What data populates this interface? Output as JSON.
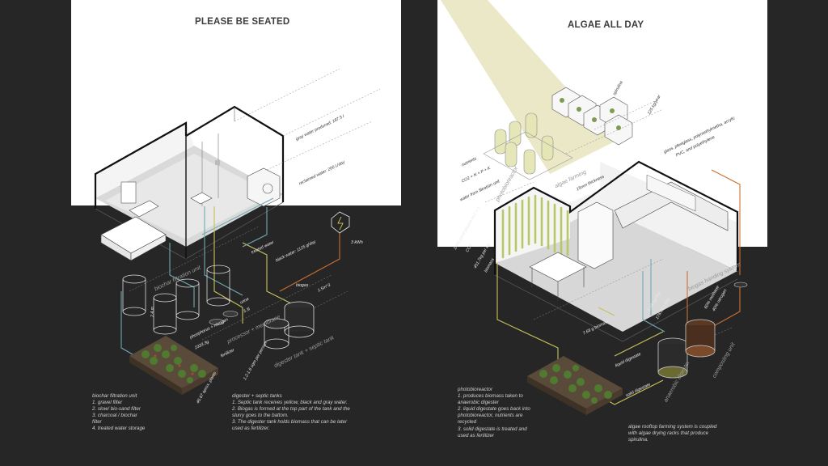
{
  "left": {
    "title": "PLEASE BE SEATED",
    "labels": {
      "gray_water": "gray water produced: 187.5 l",
      "reclaimed_water": "reclaimed water: 200 L/day",
      "treated_water": "treated water",
      "black_water": "black water: 1125 g/day",
      "energy": "3 kWh",
      "biochar_unit": "biochar filtration unit",
      "height": "2.4 m",
      "urine": "urine",
      "urine_value": "3.3l",
      "processor": "processor + membrane",
      "phosphorus": "phosphorus + nitrogen",
      "phosphorus_value": "2333.3g",
      "biogas": "biogas",
      "biogas_value": "1.5m^3",
      "fertilizer": "fertilizer",
      "per_person": "1.2-1.6 sqm per person",
      "digester_tank": "digester tank + septic tank",
      "plants": "46.67 aprox. plants"
    },
    "note_biochar": {
      "lines": [
        "biochar filtration unit",
        "1. gravel filter",
        "2. slow/ bio-sand filter",
        "3. charcoal / biochar",
        "filter",
        "4. treated water storage"
      ]
    },
    "note_digester": {
      "lines": [
        "digester + septic tanks",
        "1. Septic tank receives yellow, black and gray water.",
        "2. Biogas is formed at the top part of the tank and the",
        "slurry goes to the battom.",
        "3. The digester tank holds biomass that can be later",
        "used as fertilizer."
      ]
    }
  },
  "right": {
    "title": "ALGAE ALL DAY",
    "labels": {
      "spirulina": "spirulina",
      "kg_year": "125 kg/year",
      "materials": "glass, plexiglass, polymethylmetha, acrylic",
      "materials2": "PVC, and polyethylene",
      "nutrients": "nutrients",
      "co2_mix": "CO2 + N + P + K",
      "water_from": "water from filtration unit",
      "algae_farming": "algae farming",
      "thickness": "15mm thickness",
      "photobioreactor": "photobioreactor",
      "plankton": "1400 pmol photon m-2 s-1",
      "co2": "CO2",
      "co2_value": "451.7kg per kg",
      "biomass": "biomass",
      "biomass_value": "7.68 g biomass",
      "biogas_system": "biogas handing system",
      "kg_day": "0.93 kg/day",
      "l_day": "176.86 L/day",
      "methane": "60% methane",
      "nitrogen": "40% nitrogen",
      "liquid_digestate": "liquid digestate",
      "solid_digestate": "solid digestate",
      "anaerobic_digester": "anaerobic digester",
      "composting_unit": "composting unit"
    },
    "note_photobioreactor": {
      "lines": [
        "photobioreactor",
        "1. produces biomass taken to",
        "anaerobic digester",
        "2. liquid digestate goes back into",
        "photobioreactor, nutrients are",
        "recycled",
        "3. solid digestate is treated and",
        "used as fertilizer"
      ]
    },
    "note_rooftop": {
      "lines": [
        "algae rooftop farming system is coupled",
        "with algae drying racks that produce",
        "spirulina."
      ]
    }
  },
  "colors": {
    "background": "#262626",
    "white_panel": "#ffffff",
    "blue_line": "#6fa9b4",
    "yellow_line": "#c8c25a",
    "orange_line": "#c9702f",
    "algae_green": "#b9c866",
    "beam": "#e6e3b8"
  }
}
